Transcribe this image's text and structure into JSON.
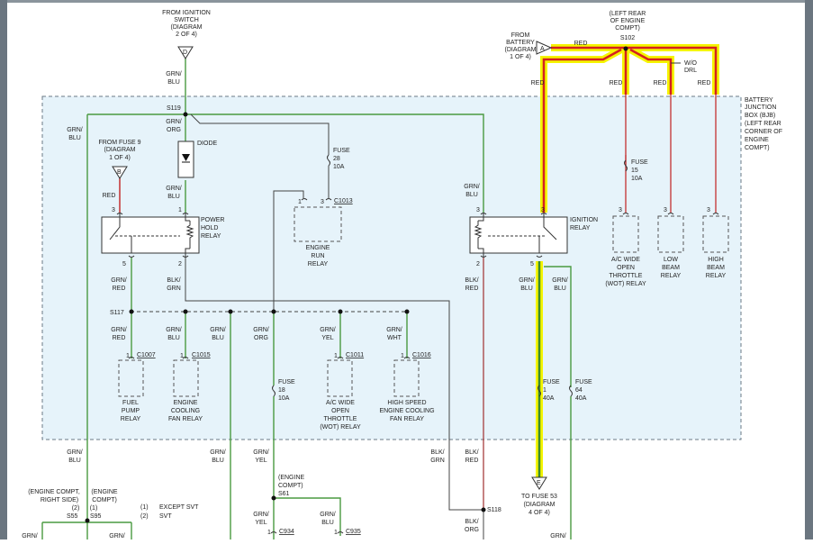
{
  "from_ignition_switch": [
    "FROM IGNITION",
    "SWITCH",
    "(DIAGRAM",
    "2 OF 4)"
  ],
  "connector_d": "D",
  "connector_a": "A",
  "connector_b": "B",
  "connector_e": "E",
  "splice_s102": [
    "(LEFT REAR",
    "OF ENGINE",
    "COMPT)",
    "S102"
  ],
  "from_battery": [
    "FROM",
    "BATTERY",
    "(DIAGRAM",
    "1 OF 4)"
  ],
  "wo_drl": [
    "W/O",
    "DRL"
  ],
  "bjb_label": [
    "BATTERY",
    "JUNCTION",
    "BOX (BJB)",
    "(LEFT REAR",
    "CORNER OF",
    "ENGINE",
    "COMPT)"
  ],
  "from_fuse9": [
    "FROM FUSE 9",
    "(DIAGRAM",
    "1 OF 4)"
  ],
  "s119": "S119",
  "s117": "S117",
  "s118": "S118",
  "s61": "S61",
  "s55": "S55",
  "s95": "S95",
  "diode": "DIODE",
  "fuse28": [
    "FUSE",
    "28",
    "10A"
  ],
  "fuse15": [
    "FUSE",
    "15",
    "10A"
  ],
  "fuse18": [
    "FUSE",
    "18",
    "10A"
  ],
  "fuse1": [
    "FUSE",
    "1",
    "40A"
  ],
  "fuse64": [
    "FUSE",
    "64",
    "40A"
  ],
  "c1013": "C1013",
  "c1007": "C1007",
  "c1015": "C1015",
  "c1011": "C1011",
  "c1016": "C1016",
  "c934": "C934",
  "c935": "C935",
  "power_hold_relay": [
    "POWER",
    "HOLD",
    "RELAY"
  ],
  "engine_run_relay": [
    "ENGINE",
    "RUN",
    "RELAY"
  ],
  "ignition_relay": [
    "IGNITION",
    "RELAY"
  ],
  "ac_wot_relay_top": [
    "A/C WIDE",
    "OPEN",
    "THROTTLE",
    "(WOT) RELAY"
  ],
  "low_beam_relay": [
    "LOW",
    "BEAM",
    "RELAY"
  ],
  "high_beam_relay": [
    "HIGH",
    "BEAM",
    "RELAY"
  ],
  "fuel_pump_relay": [
    "FUEL",
    "PUMP",
    "RELAY"
  ],
  "engine_cooling_fan_relay": [
    "ENGINE",
    "COOLING",
    "FAN RELAY"
  ],
  "ac_wot_relay_bottom": [
    "A/C WIDE",
    "OPEN",
    "THROTTLE",
    "(WOT) RELAY"
  ],
  "high_speed_fan_relay": [
    "HIGH SPEED",
    "ENGINE COOLING",
    "FAN RELAY"
  ],
  "to_fuse53": [
    "TO FUSE 53",
    "(DIAGRAM",
    "4 OF 4)"
  ],
  "engine_compt_s61": [
    "(ENGINE",
    "COMPT)"
  ],
  "legend_splices": [
    "(ENGINE COMPT,",
    "RIGHT SIDE)",
    "(2)"
  ],
  "legend_engine_compt": [
    "(ENGINE",
    "COMPT)",
    "(1)"
  ],
  "legend_except_svt": [
    "(1)",
    "EXCEPT SVT"
  ],
  "legend_svt": [
    "(2)",
    "SVT"
  ],
  "wire_labels": {
    "grn_blu_top": [
      "GRN/",
      "BLU"
    ],
    "grn_blu_left": [
      "GRN/",
      "BLU"
    ],
    "grn_org_s119": [
      "GRN/",
      "ORG"
    ],
    "red_batt": "RED",
    "red_1": "RED",
    "red_2": "RED",
    "red_3": "RED",
    "red_4": "RED",
    "red_fuse9": "RED",
    "grn_blu_diode": [
      "GRN/",
      "BLU"
    ],
    "grn_blu_ign": [
      "GRN/",
      "BLU"
    ],
    "grn_red_phr": [
      "GRN/",
      "RED"
    ],
    "blk_grn_phr": [
      "BLK/",
      "GRN"
    ],
    "blk_red_ign": [
      "BLK/",
      "RED"
    ],
    "grn_blu_ign5a": [
      "GRN/",
      "BLU"
    ],
    "grn_blu_ign5b": [
      "GRN/",
      "BLU"
    ],
    "grn_red_fp": [
      "GRN/",
      "RED"
    ],
    "grn_blu_ecf": [
      "GRN/",
      "BLU"
    ],
    "grn_blu_s117": [
      "GRN/",
      "BLU"
    ],
    "grn_org_f18": [
      "GRN/",
      "ORG"
    ],
    "grn_yel_wot": [
      "GRN/",
      "YEL"
    ],
    "grn_wht_hs": [
      "GRN/",
      "WHT"
    ],
    "grn_blu_bl": [
      "GRN/",
      "BLU"
    ],
    "grn_blu_bl2": [
      "GRN/",
      "BLU"
    ],
    "grn_yel_bl": [
      "GRN/",
      "YEL"
    ],
    "blk_grn_bl": [
      "BLK/",
      "GRN"
    ],
    "blk_red_bl": [
      "BLK/",
      "RED"
    ],
    "blk_org_bl": [
      "BLK/",
      "ORG"
    ],
    "grn_yel_c934": [
      "GRN/",
      "YEL"
    ],
    "grn_blu_c935": [
      "GRN/",
      "BLU"
    ],
    "grn_bottom1": "GRN/",
    "grn_bottom2": "GRN/",
    "grn_bottom3": "GRN/"
  },
  "pins": {
    "p1a": "1",
    "p3a": "3",
    "p5a": "5",
    "p2a": "2",
    "p1b": "1",
    "p3b": "3",
    "p2c": "2",
    "p3c": "3",
    "p5c": "5",
    "p3d": "3",
    "p3e": "3",
    "p3f": "3",
    "p1e1": "1",
    "p1e2": "1",
    "p1e3": "1",
    "p1e4": "1",
    "p1f1": "1",
    "p1f2": "1"
  },
  "colors": {
    "green_wire": "#4a9a40",
    "dark_wire": "#333333",
    "red_wire": "#c02020",
    "highlight_yellow": "#f5f500",
    "bjb_fill": "#e6f3fa",
    "frame": "#6b7680"
  }
}
